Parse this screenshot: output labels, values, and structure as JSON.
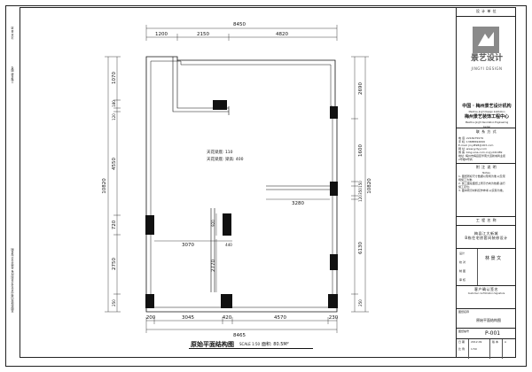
{
  "sheet": {
    "left_strip_text_1": "注 意 事 项",
    "left_strip_text_2": "工程名称 图号",
    "left_strip_text_3": "本图纸版权归梅州景艺设计机构所有 未经许可不得复制"
  },
  "drawing": {
    "title": "原始平面结构图",
    "scale": "SCALE 1:50",
    "area": "面积: 80.5M²",
    "labels": {
      "beam_1": "天花梁底: 110",
      "beam_2": "天花梁底: 梁高: 400"
    },
    "dimensions": {
      "top_total": "8450",
      "top_1": "1200",
      "top_2": "2150",
      "top_3": "4820",
      "bottom_total": "8465",
      "bottom_1": "200",
      "bottom_2": "3045",
      "bottom_3": "420",
      "bottom_4": "4570",
      "bottom_5": "230",
      "left_total": "10820",
      "left_1": "1070",
      "left_2": "180",
      "left_3": "120",
      "left_4": "4550",
      "left_5": "720",
      "left_6": "2750",
      "left_7": "250",
      "right_total": "10820",
      "right_1": "2690",
      "right_2": "1600",
      "right_3": "150",
      "right_4": "350",
      "right_5": "120",
      "right_6": "6130",
      "right_7": "250",
      "inner_3280": "3280",
      "inner_3070": "3070",
      "inner_440": "440",
      "inner_920": "920",
      "inner_2770": "2770"
    }
  },
  "title_block": {
    "header": "设 计 单 位",
    "logo_cn": "景艺设计",
    "logo_en": "JINGYI DESIGN",
    "org_1": "中国 · 梅州景艺设计机构",
    "org_1_en": "Meizhou JingYi Design Institution",
    "org_2": "梅州景艺装饰工程中心",
    "org_2_en": "Meizhou JingYi Decoration Engineering Center",
    "contact_header": "联 系 方 式",
    "contact_lines": [
      "电 话: 2216975979",
      "手 机: 13688694699",
      "E-mail: jinyi898@163.com",
      "网 址: www.jydyy.com",
      "博 客: blog.sina.com.cn/jydd1089",
      "地址: 梅州市梅县区华南大道新城商业街",
      "2号楼8号商"
    ],
    "notes_header": "附 注 说 明",
    "notes_subheader": "Notes",
    "notes_lines": [
      "1. 图纸所标尺寸数据以现场为准,以及现",
      "   场施工为准;",
      "2. 施工图在图纸上所示方向为依据,进行",
      "   施工定位;",
      "3. 图中所示材料仅作参考,以实际为准。"
    ],
    "project_header": "工 程 名 称",
    "project_name_1": "梅县江大新城",
    "project_name_2": "B栋住宅房套间装修设计",
    "designer_label": "设计",
    "designer_name": "林 景 文",
    "check_label": "校 对",
    "draw_label": "制 图",
    "approve_label": "审 核",
    "owner_label": "客户确认签名",
    "owner_en": "Customer confirmation Signature",
    "drawing_name_label": "图纸名称",
    "drawing_name": "原始平面结构图",
    "drawing_no_label": "图纸编号",
    "drawing_no": "P-001",
    "date_label": "日 期",
    "date_value": "2012.09",
    "ratio_label": "比 例",
    "ratio_value": "1:50",
    "version_label": "版 本",
    "version_value": "A"
  }
}
